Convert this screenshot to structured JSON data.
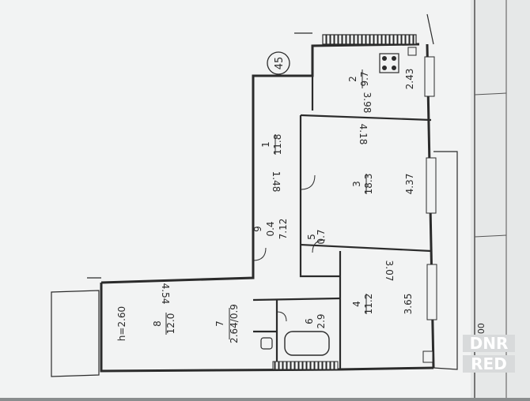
{
  "plan": {
    "apartment_number": "45",
    "ceiling_height": "h=2.60",
    "scale": "1:100",
    "rooms": [
      {
        "number": "1",
        "area": "11.8"
      },
      {
        "number": "2",
        "area": "9.7"
      },
      {
        "number": "3",
        "area": "18.3"
      },
      {
        "number": "4",
        "area": "11.2"
      },
      {
        "number": "5",
        "area": "0.7"
      },
      {
        "number": "6",
        "area": "2.9"
      },
      {
        "number": "7",
        "area": "2.64/0.9"
      },
      {
        "number": "8",
        "area": "12.0"
      },
      {
        "number": "9",
        "area": "0.4"
      }
    ],
    "dimensions": [
      "4.54",
      "1.48",
      "7.12",
      "3.98",
      "2.43",
      "4.18",
      "4.37",
      "3.07",
      "3.65"
    ]
  },
  "watermark": {
    "line1": "DNR",
    "line2": "RED"
  },
  "colors": {
    "paper": "#f2f3f3",
    "ink": "#2b2b2b",
    "background": "#8a8d8e"
  }
}
